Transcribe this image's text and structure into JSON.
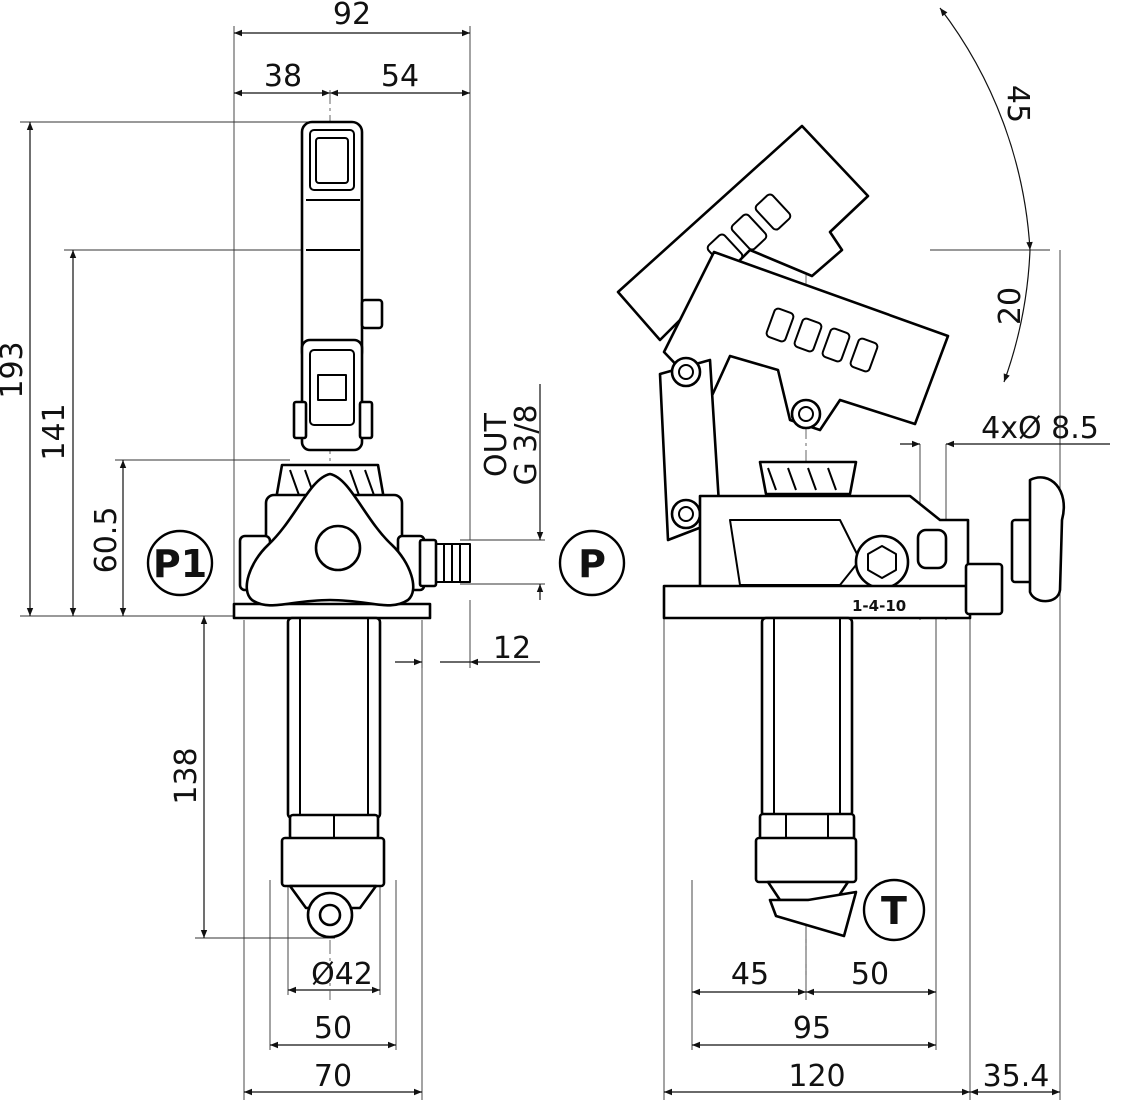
{
  "dimensions": {
    "overall_width": "92",
    "handle_left": "38",
    "handle_right": "54",
    "overall_height": "193",
    "height_to_pivot": "141",
    "height_outlet": "60.5",
    "port_offset": "12",
    "reservoir_length": "138",
    "reservoir_diameter": "Ø42",
    "mount_width_front": "50",
    "base_width_front": "70",
    "left_to_center_side": "45",
    "center_to_right_side": "50",
    "hole_spacing_side": "95",
    "base_length_side": "120",
    "handle_offset_side": "35.4",
    "handle_angle_up": "45",
    "handle_angle_down": "20",
    "mounting_holes": "4xØ 8.5",
    "outlet_label": "OUT",
    "outlet_thread": "G 3/8"
  },
  "badges": {
    "p1": "P1",
    "p": "P",
    "t": "T"
  },
  "stamp": "1-4-10"
}
